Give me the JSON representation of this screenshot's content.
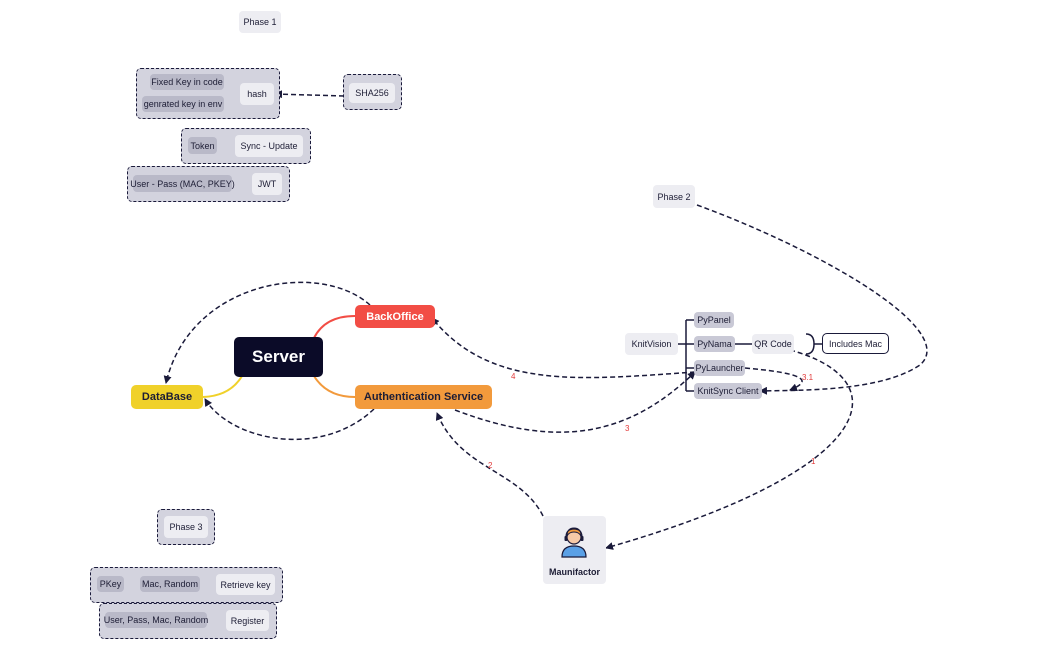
{
  "phases": {
    "phase1": "Phase 1",
    "phase2": "Phase 2",
    "phase3": "Phase 3"
  },
  "phase1": {
    "fixed_key": "Fixed Key in code",
    "generated_key": "genrated key in env",
    "hash": "hash",
    "sha": "SHA256",
    "token": "Token",
    "sync_update": "Sync - Update",
    "user_pass": "User - Pass (MAC, PKEY)",
    "jwt": "JWT"
  },
  "server": {
    "center": "Server",
    "backoffice": "BackOffice",
    "database": "DataBase",
    "auth": "Authentication Service"
  },
  "knit": {
    "root": "KnitVision",
    "pypanel": "PyPanel",
    "pynama": "PyNama",
    "qr_code": "QR Code",
    "includes_mac": "Includes Mac",
    "pylauncher": "PyLauncher",
    "knitsync": "KnitSync Client"
  },
  "actor": {
    "name": "Maunifactor",
    "icon": "person-headset-icon"
  },
  "edge_labels": {
    "e1": "1",
    "e2": "2",
    "e3": "3",
    "e31": "3.1",
    "e4": "4"
  },
  "phase3": {
    "pkey": "PKey",
    "mac_random": "Mac, Random",
    "retrieve_key": "Retrieve key",
    "user_pass_mac": "User, Pass, Mac, Random",
    "register": "Register"
  },
  "colors": {
    "server": "#0b0b28",
    "backoffice": "#f24d45",
    "database": "#f0d12a",
    "auth": "#f29a3c",
    "dashed": "#1a1a3a",
    "edge_label": "#e23b3b"
  }
}
